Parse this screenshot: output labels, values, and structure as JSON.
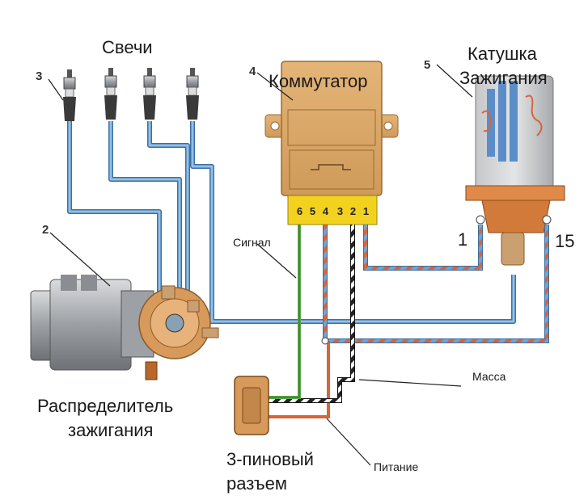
{
  "labels": {
    "spark_plugs": "Свечи",
    "commutator": "Коммутатор",
    "coil_line1": "Катушка",
    "coil_line2": "Зажигания",
    "distributor_line1": "Распределитель",
    "distributor_line2": "зажигания",
    "connector_line1": "3-пиновый",
    "connector_line2": "разъем",
    "signal": "Сигнал",
    "ground": "Масса",
    "power": "Питание",
    "terminal_1": "1",
    "terminal_15": "15"
  },
  "callouts": {
    "plug": "3",
    "distributor": "2",
    "commutator": "4",
    "coil": "5"
  },
  "commutator_pins": [
    "6",
    "5",
    "4",
    "3",
    "2",
    "1"
  ],
  "colors": {
    "hv_wire": "#6fa4d8",
    "hv_wire_outline": "#3f6f9e",
    "signal_wire": "#5da84a",
    "power_wire": "#d8643a",
    "ground_wire": "#222222",
    "body_tan": "#d8a86a",
    "pin_block": "#f3d21f",
    "coil_metal": "#b9bcbf",
    "coil_top": "#e08a4a"
  }
}
